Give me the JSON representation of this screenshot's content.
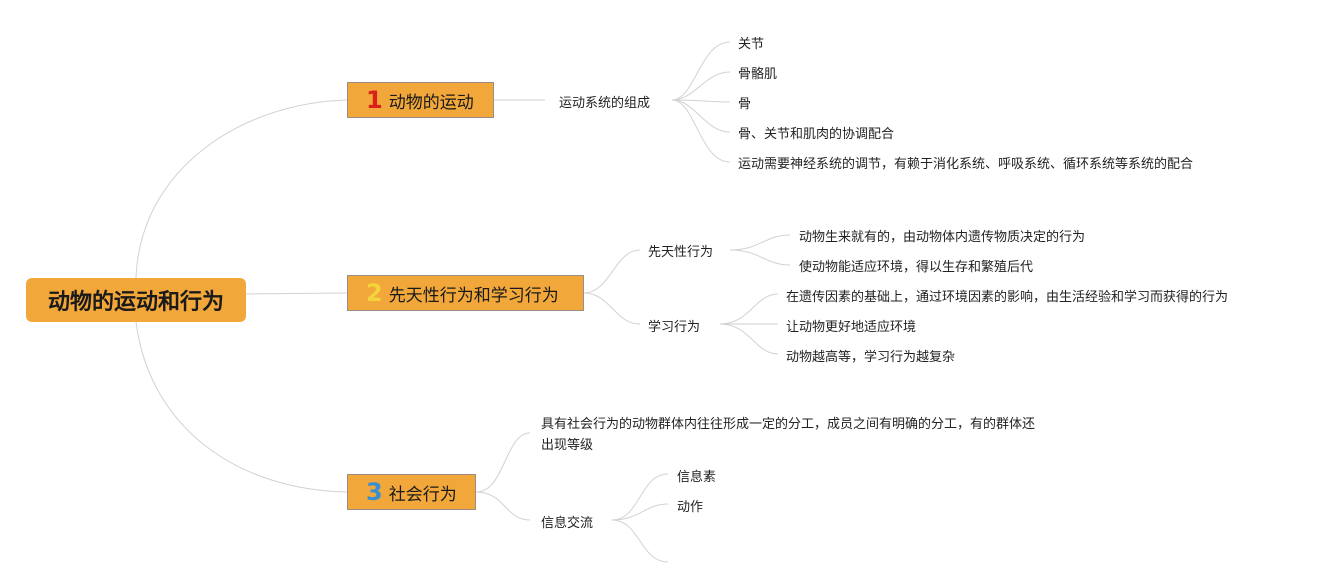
{
  "colors": {
    "node_fill": "#f2a73a",
    "num1": "#d9221c",
    "num2": "#f5d33b",
    "num3": "#3a8fd0",
    "line": "#d2d2d2"
  },
  "root": {
    "label": "动物的运动和行为"
  },
  "branches": [
    {
      "num": "1",
      "label": "动物的运动",
      "sub": [
        {
          "label": "运动系统的组成",
          "items": [
            "关节",
            "骨骼肌",
            "骨",
            "骨、关节和肌肉的协调配合",
            "运动需要神经系统的调节，有赖于消化系统、呼吸系统、循环系统等系统的配合"
          ]
        }
      ]
    },
    {
      "num": "2",
      "label": "先天性行为和学习行为",
      "sub": [
        {
          "label": "先天性行为",
          "items": [
            "动物生来就有的，由动物体内遗传物质决定的行为",
            "使动物能适应环境，得以生存和繁殖后代"
          ]
        },
        {
          "label": "学习行为",
          "items": [
            "在遗传因素的基础上，通过环境因素的影响，由生活经验和学习而获得的行为",
            "让动物更好地适应环境",
            "动物越高等，学习行为越复杂"
          ]
        }
      ]
    },
    {
      "num": "3",
      "label": "社会行为",
      "sub": [
        {
          "label": "具有社会行为的动物群体内往往形成一定的分工，成员之间有明确的分工，有的群体还出现等级",
          "items": []
        },
        {
          "label": "信息交流",
          "items": [
            "信息素",
            "动作",
            ""
          ]
        }
      ]
    }
  ]
}
